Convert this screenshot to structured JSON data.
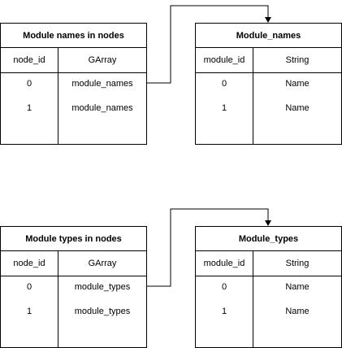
{
  "tables": [
    {
      "id": "module-names-in-nodes",
      "title": "Module names in nodes",
      "columns": [
        "node_id",
        "GArray"
      ],
      "rows": [
        [
          "0",
          "module_names"
        ],
        [
          "1",
          "module_names"
        ]
      ]
    },
    {
      "id": "module-names",
      "title": "Module_names",
      "columns": [
        "module_id",
        "String"
      ],
      "rows": [
        [
          "0",
          "Name"
        ],
        [
          "1",
          "Name"
        ]
      ]
    },
    {
      "id": "module-types-in-nodes",
      "title": "Module types in nodes",
      "columns": [
        "node_id",
        "GArray"
      ],
      "rows": [
        [
          "0",
          "module_types"
        ],
        [
          "1",
          "module_types"
        ]
      ]
    },
    {
      "id": "module-types",
      "title": "Module_types",
      "columns": [
        "module_id",
        "String"
      ],
      "rows": [
        [
          "0",
          "Name"
        ],
        [
          "1",
          "Name"
        ]
      ]
    }
  ],
  "connectors": [
    {
      "from": "module-names-in-nodes",
      "to": "module-names"
    },
    {
      "from": "module-types-in-nodes",
      "to": "module-types"
    }
  ]
}
